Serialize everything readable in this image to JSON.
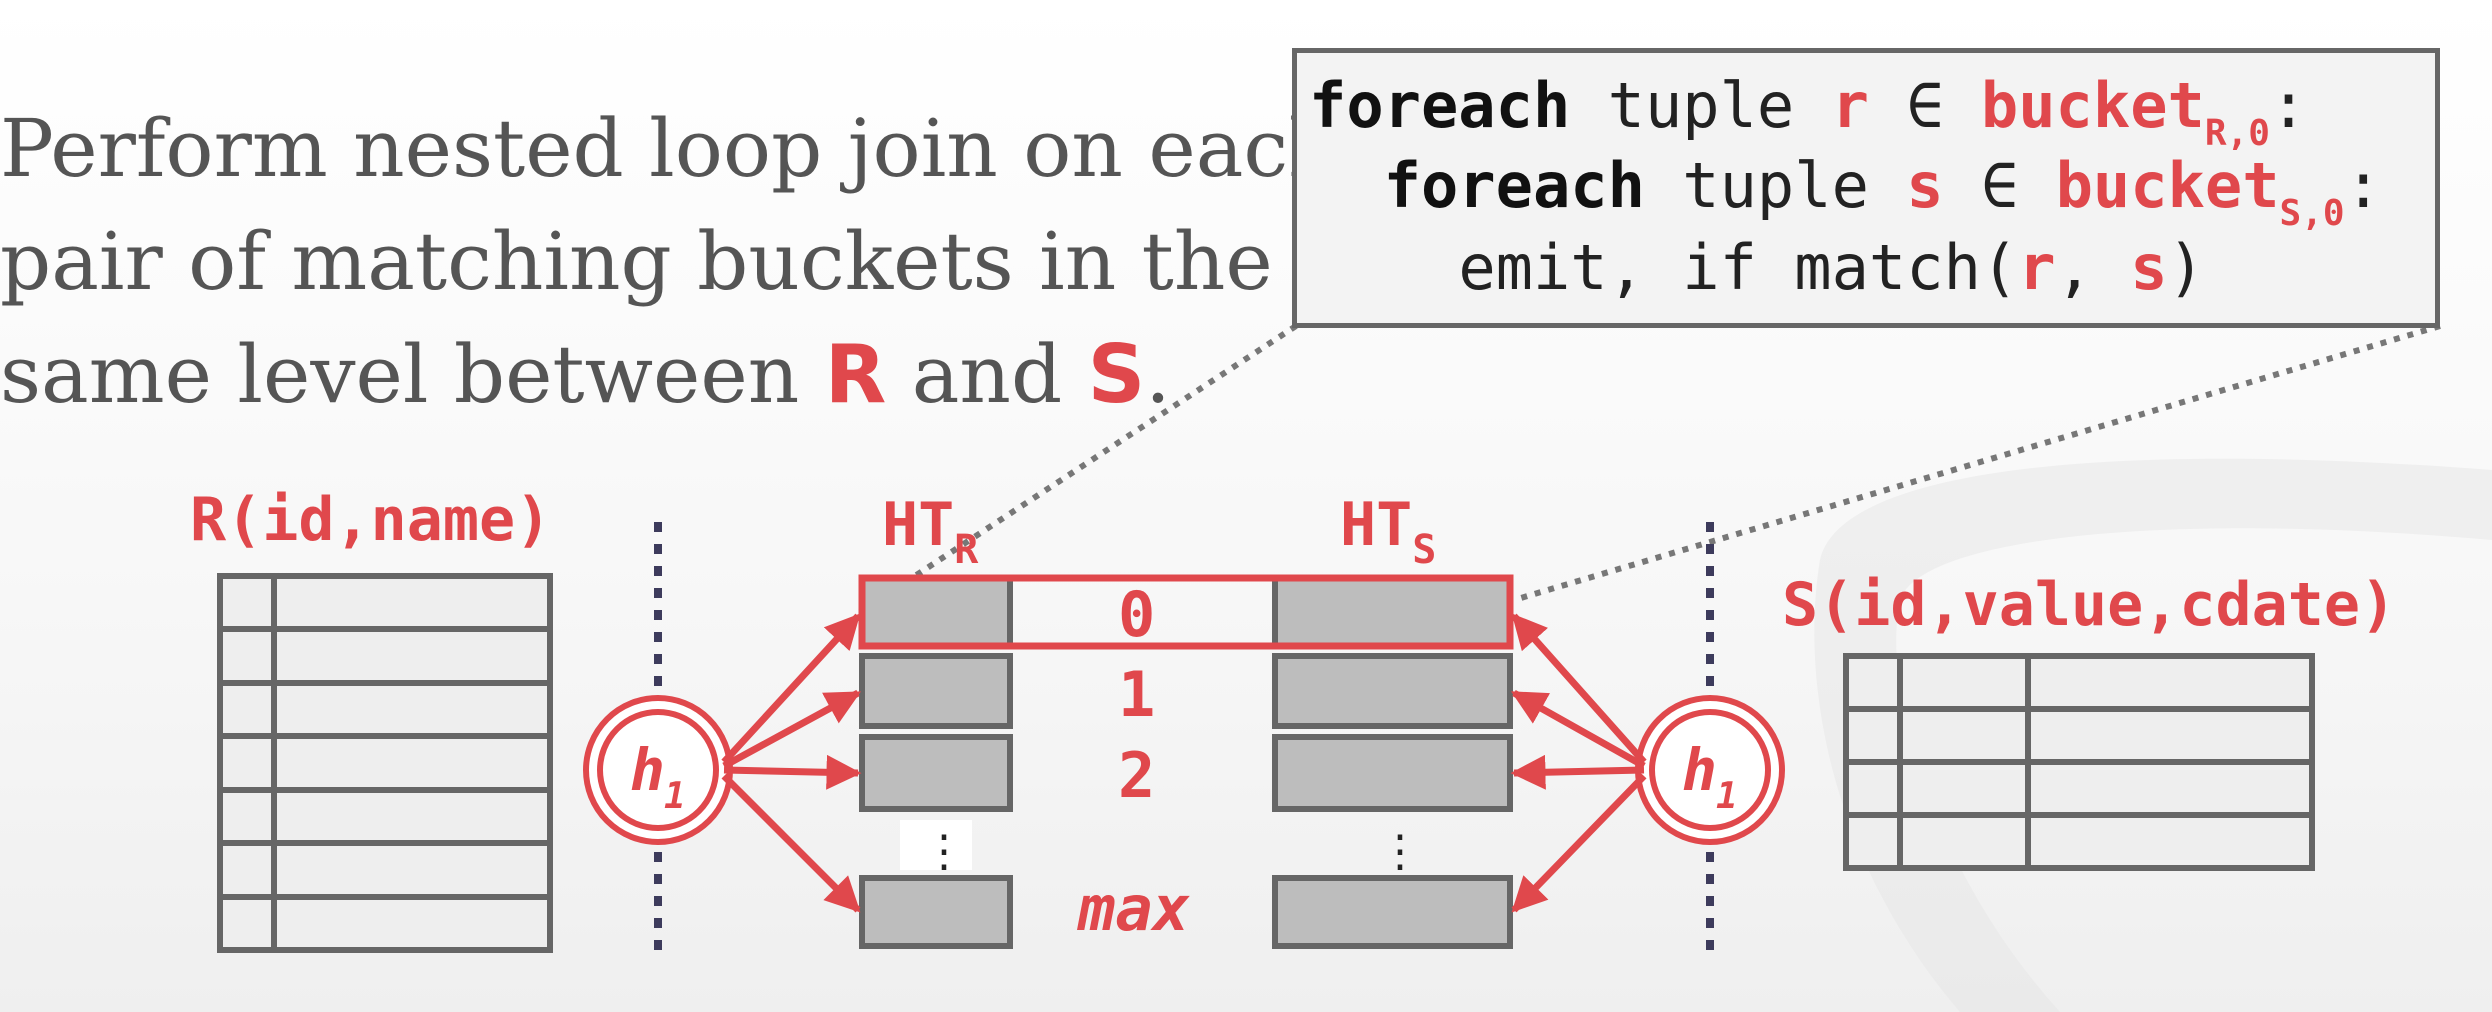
{
  "bullet": {
    "line1": "Perform nested loop join on each",
    "line2": "pair of matching buckets in the",
    "line3_pre": "same level between ",
    "rel_r": "R",
    "line3_mid": " and ",
    "rel_s": "S",
    "line3_post": "."
  },
  "code": {
    "line1": {
      "kw": "foreach",
      "text1": " tuple ",
      "var": "r",
      "op": " ∈ ",
      "bucket": "bucket",
      "sub": "R,0",
      "end": ":"
    },
    "line2": {
      "indent": "  ",
      "kw": "foreach",
      "text1": " tuple ",
      "var": "s",
      "op": " ∈ ",
      "bucket": "bucket",
      "sub": "S,0",
      "end": ":"
    },
    "line3": {
      "indent": "    ",
      "text1": "emit, if match(",
      "var1": "r",
      "sep": ", ",
      "var2": "s",
      "end": ")"
    }
  },
  "diagram": {
    "table_r_label": "R(id,name)",
    "table_s_label": "S(id,value,cdate)",
    "ht_r_label": "HT",
    "ht_r_sub": "R",
    "ht_s_label": "HT",
    "ht_s_sub": "S",
    "hash_fn": "h",
    "hash_sub": "1",
    "bucket_labels": [
      "0",
      "1",
      "2",
      "max"
    ],
    "ellipsis": "⋮"
  },
  "colors": {
    "accent": "#e0484c",
    "gray_text": "#555555",
    "bucket_fill": "#bdbdbd",
    "outline": "#666666",
    "divider": "#3d3b5c"
  }
}
